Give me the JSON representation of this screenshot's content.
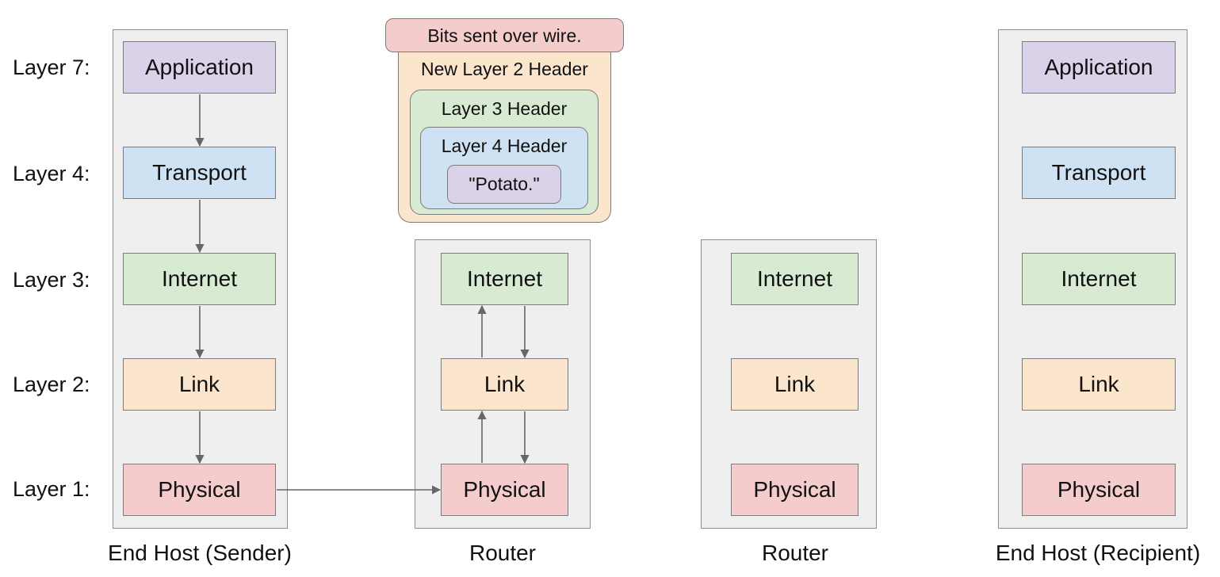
{
  "layer_labels": [
    "Layer 7:",
    "Layer 4:",
    "Layer 3:",
    "Layer 2:",
    "Layer 1:"
  ],
  "layers": {
    "application": "Application",
    "transport": "Transport",
    "internet": "Internet",
    "link": "Link",
    "physical": "Physical"
  },
  "hosts": {
    "sender": "End Host (Sender)",
    "router1": "Router",
    "router2": "Router",
    "recipient": "End Host (Recipient)"
  },
  "packet": {
    "bits": "Bits sent over wire.",
    "layer2_header": "New Layer 2 Header",
    "layer3_header": "Layer 3 Header",
    "layer4_header": "Layer 4 Header",
    "payload": "\"Potato.\""
  },
  "colors": {
    "application": "#d9d2e9",
    "transport": "#cfe2f3",
    "internet": "#d9ead3",
    "link": "#fce5cd",
    "physical": "#f4cccc",
    "host_background": "#efefef",
    "arrow": "#666666"
  }
}
